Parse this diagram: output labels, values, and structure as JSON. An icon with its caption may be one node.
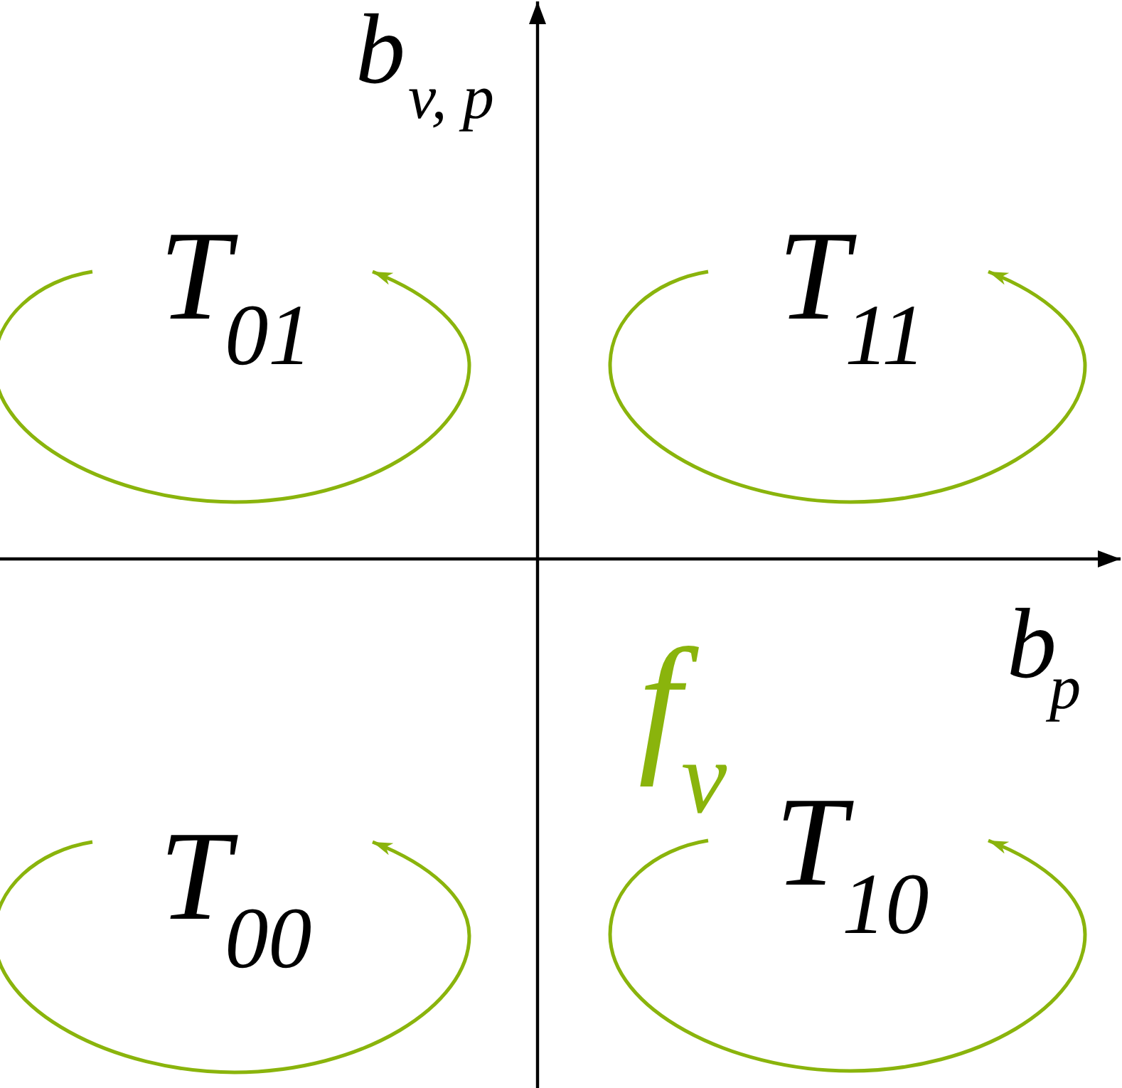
{
  "diagram": {
    "labels": [
      "b$_{v, p}$",
      "T$_{01}$",
      "T$_{11}$",
      "b$_{p}$",
      "f$_{v}$",
      "T$_{00}$",
      "T$_{10}$"
    ]
  }
}
